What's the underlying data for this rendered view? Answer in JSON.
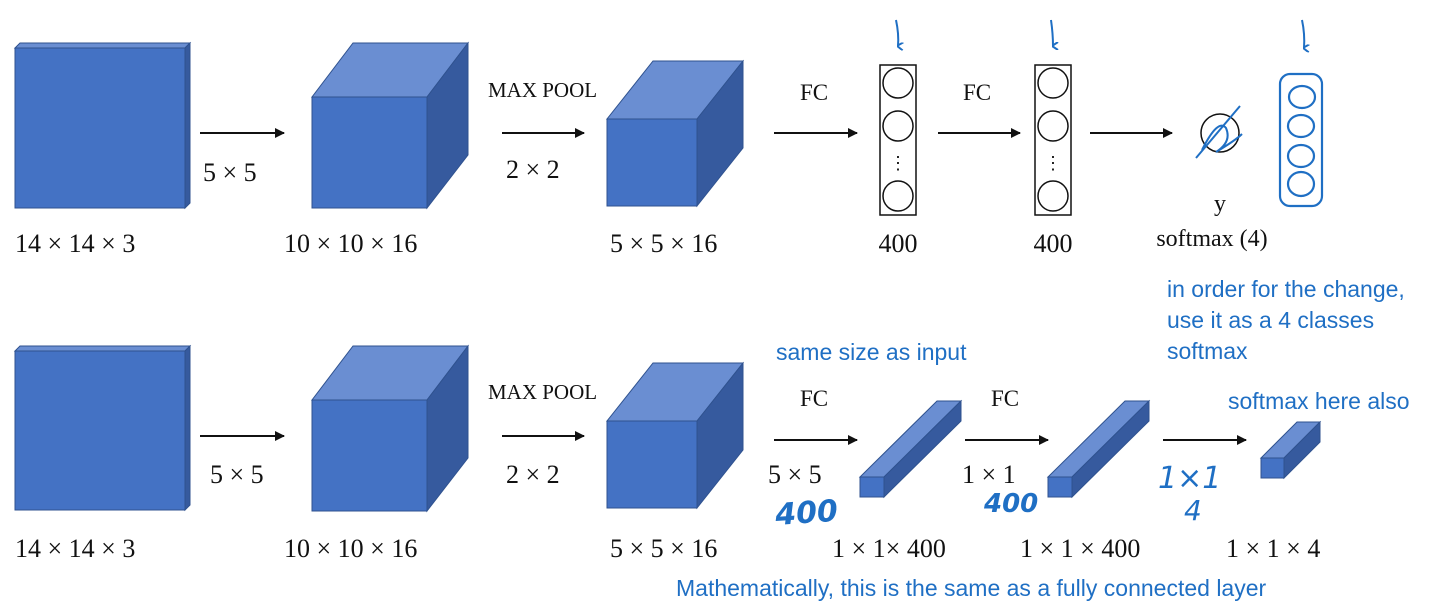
{
  "colors": {
    "cube_front": "#4472C4",
    "cube_top": "#6A8ED2",
    "cube_side": "#365A9E",
    "cube_edge": "#2F528F",
    "annotation": "#1F6FC4",
    "ink": "#111111"
  },
  "top_row": {
    "input_dim": "14 × 14 × 3",
    "conv_filter": "5 × 5",
    "conv_dim": "10 × 10 × 16",
    "pool_label": "MAX POOL",
    "pool_filter": "2 × 2",
    "pool_dim": "5 × 5 × 16",
    "fc1_label": "FC",
    "fc1_dim": "400",
    "fc1_dots": "⋮",
    "fc2_label": "FC",
    "fc2_dim": "400",
    "fc2_dots": "⋮",
    "output_y": "y",
    "output_softmax": "softmax (4)"
  },
  "bottom_row": {
    "input_dim": "14 × 14 × 3",
    "conv_filter": "5 × 5",
    "conv_dim": "10 × 10 × 16",
    "pool_label": "MAX POOL",
    "pool_filter": "2 × 2",
    "pool_dim": "5 × 5 × 16",
    "fc1_label": "FC",
    "fc1_filter": "5 × 5",
    "fc1_dim": "1 × 1× 400",
    "fc2_label": "FC",
    "fc2_filter": "1 × 1",
    "fc2_dim": "1 × 1 × 400",
    "out_dim": "1 × 1 × 4"
  },
  "annotations": {
    "change_note": [
      "in order for the change,",
      "use it as a 4 classes",
      "softmax"
    ],
    "same_size": "same size as input",
    "softmax_also": "softmax here also",
    "math_note": "Mathematically, this is the same as a fully connected layer",
    "hand_400_a": "400",
    "hand_400_b": "400",
    "hand_1x1": "1×1",
    "hand_4": "4"
  }
}
